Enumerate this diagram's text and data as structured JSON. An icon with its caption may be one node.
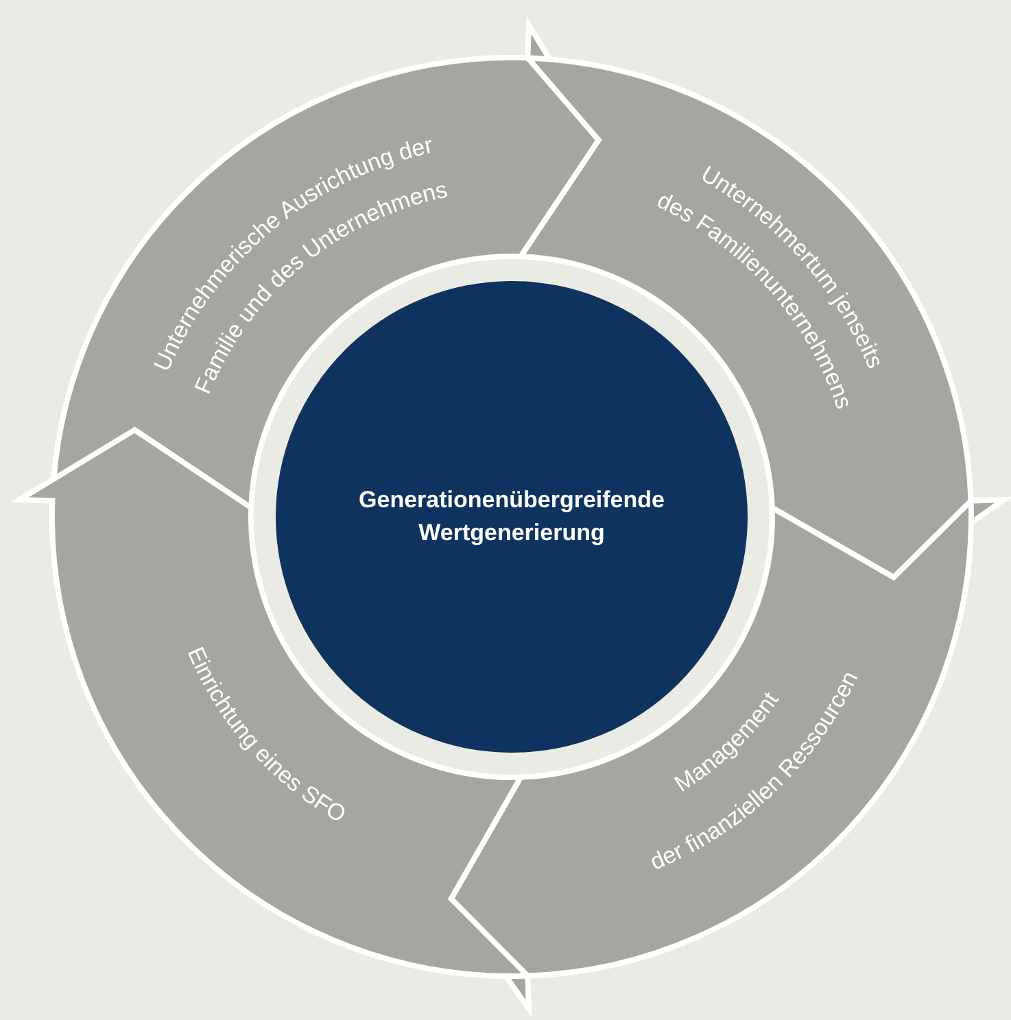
{
  "diagram": {
    "nodes": [
      {
        "text": [
          "Unternehmerische Ausrichtung der Familie und des Unternehmens"
        ]
      },
      {
        "text": [
          "Unternehmertum jenseits des Familienunternehmens"
        ]
      },
      {
        "text": [
          "Management der finanziellen Ressourcen"
        ]
      },
      {
        "text": [
          "Einrichtung eines SFO"
        ]
      },
      {
        "text": [
          "Generationenübergreifende Wertgenerierung"
        ]
      }
    ]
  }
}
